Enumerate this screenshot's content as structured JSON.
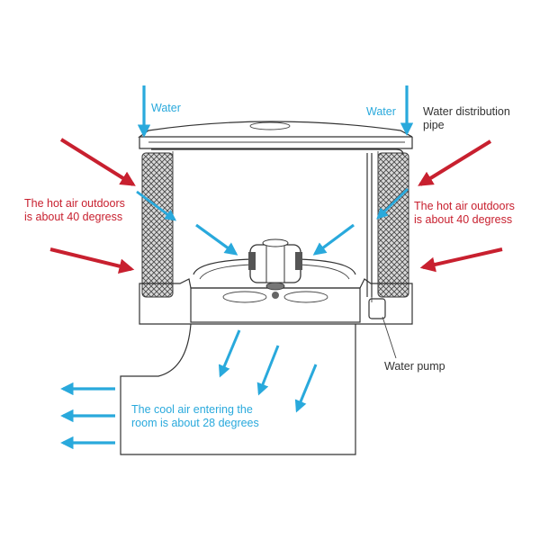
{
  "labels": {
    "water_left": "Water",
    "water_right": "Water",
    "distribution_pipe_line1": "Water distribution",
    "distribution_pipe_line2": "pipe",
    "hot_air_left_line1": "The hot air outdoors",
    "hot_air_left_line2": "is about 40 degress",
    "hot_air_right_line1": "The hot air outdoors",
    "hot_air_right_line2": "is about 40 degress",
    "water_pump": "Water pump",
    "cool_air_line1": "The cool air entering the",
    "cool_air_line2": "room is about 28 degrees"
  },
  "colors": {
    "water_arrow": "#29a9dc",
    "hot_air_arrow": "#c8202f",
    "cool_air_arrow": "#29a9dc",
    "outline": "#333333"
  },
  "icons": {
    "arrow_style": "filled-triangle-head",
    "pad_texture": "crosshatch"
  }
}
